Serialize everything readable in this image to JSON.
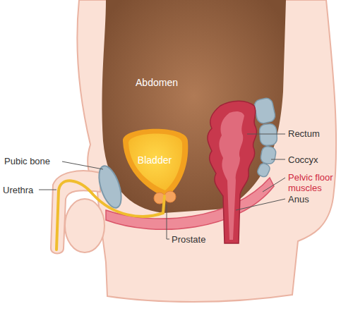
{
  "diagram": {
    "labels": [
      "Abdomen",
      "Bladder",
      "Pubic bone",
      "Urethra",
      "Prostate",
      "Rectum",
      "Coccyx",
      "Pelvic floor muscles",
      "Anus"
    ]
  }
}
